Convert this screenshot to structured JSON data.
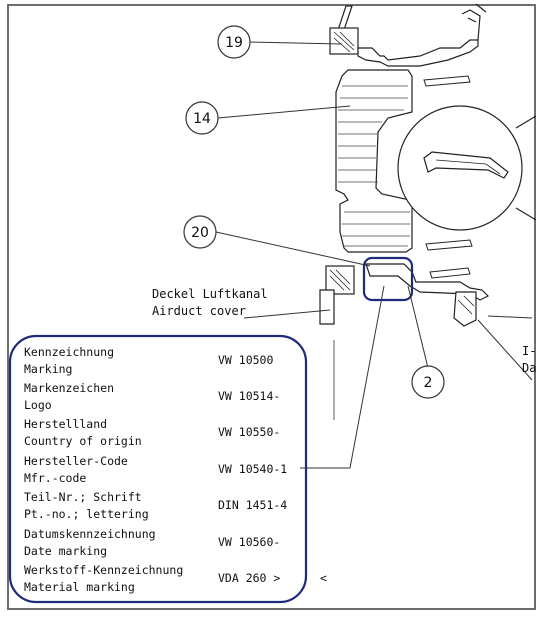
{
  "callouts": [
    {
      "number": "19"
    },
    {
      "number": "14"
    },
    {
      "number": "20"
    },
    {
      "number": "2"
    }
  ],
  "airduct_note": {
    "german": "Deckel Luftkanal",
    "english": "Airduct cover"
  },
  "cutoff_label": {
    "line1": "I-",
    "line2": "Da"
  },
  "marking_table": {
    "rows": [
      {
        "german": "Kennzeichnung",
        "english": "Marking",
        "standard": "VW 10500"
      },
      {
        "german": "Markenzeichen",
        "english": "Logo",
        "standard": "VW 10514-"
      },
      {
        "german": "Herstellland",
        "english": "Country of origin",
        "standard": "VW 10550-"
      },
      {
        "german": "Hersteller-Code",
        "english": "Mfr.-code",
        "standard": "VW 10540-1"
      },
      {
        "german": "Teil-Nr.; Schrift",
        "english": "Pt.-no.; lettering",
        "standard": "DIN 1451-4"
      },
      {
        "german": "Datumskennzeichnung",
        "english": "Date marking",
        "standard": "VW 10560-"
      },
      {
        "german": "Werkstoff-Kennzeichnung",
        "english": "Material marking",
        "standard": "VDA 260 >"
      }
    ],
    "trailing_mark": "<"
  },
  "colors": {
    "highlight_outline": "#1f2a7a",
    "line_art": "#222222",
    "frame": "#6e6e6e"
  }
}
